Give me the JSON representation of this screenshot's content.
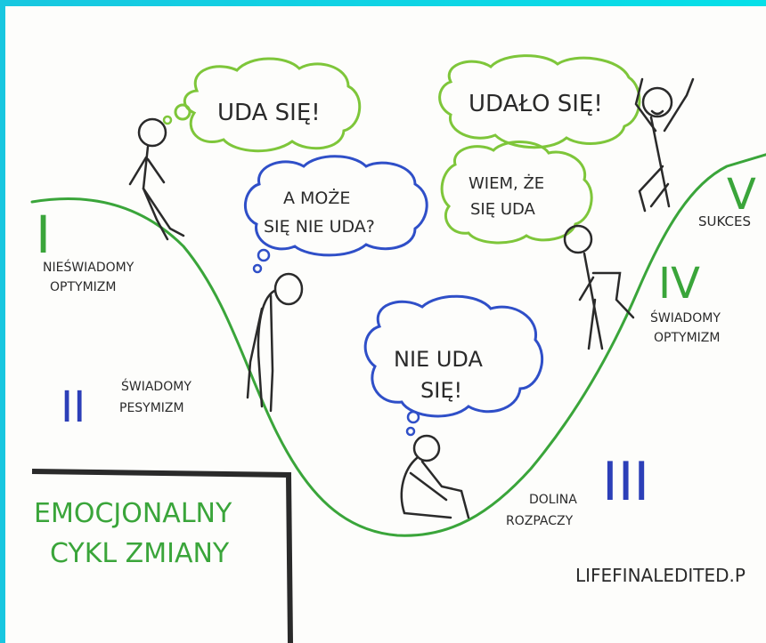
{
  "title": {
    "line1": "EMOCJONALNY",
    "line2": "CYKL ZMIANY"
  },
  "stages": [
    {
      "numeral": "I",
      "label1": "NIEŚWIADOMY",
      "label2": "OPTYMIZM"
    },
    {
      "numeral": "II",
      "label1": "ŚWIADOMY",
      "label2": "PESYMIZM"
    },
    {
      "numeral": "III",
      "label1": "DOLINA",
      "label2": "ROZPACZY"
    },
    {
      "numeral": "IV",
      "label1": "ŚWIADOMY",
      "label2": "OPTYMIZM"
    },
    {
      "numeral": "V",
      "label1": "SUKCES"
    }
  ],
  "thoughts": {
    "uda_sie": "UDA SIĘ!",
    "a_moze_1": "A MOŻE",
    "a_moze_2": "SIĘ NIE UDA?",
    "nie_uda_1": "NIE UDA",
    "nie_uda_2": "SIĘ!",
    "udalo_sie": "UDAŁO SIĘ!",
    "wiem_1": "WIEM, ŻE",
    "wiem_2": "SIĘ UDA"
  },
  "credit": "LIFEFINALEDITED.P",
  "colors": {
    "curve": "#3aa53a",
    "green_cloud": "#7ec63a",
    "blue_cloud": "#2f4fc8",
    "roman": "#2c3fb8",
    "ink": "#2a2a2a"
  }
}
